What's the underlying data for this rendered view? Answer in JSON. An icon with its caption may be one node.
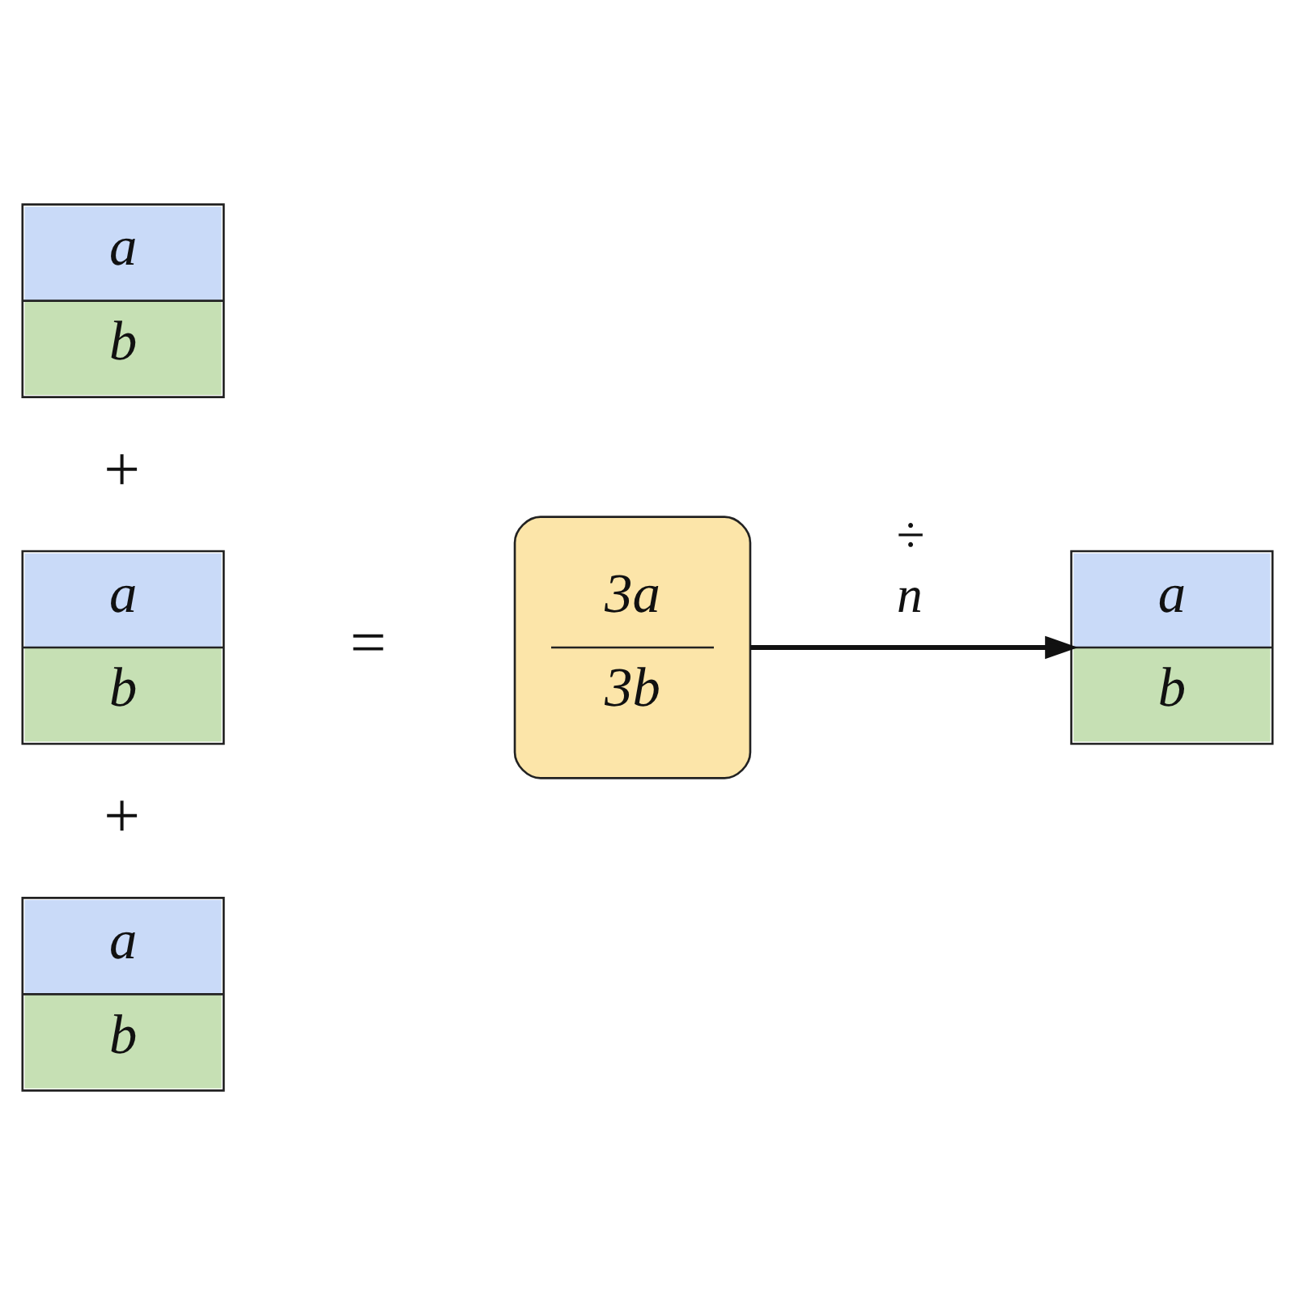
{
  "diagram": {
    "nodes": [
      {
        "text": [
          "a",
          "b"
        ]
      },
      {
        "text": [
          "a",
          "b"
        ]
      },
      {
        "text": [
          "a",
          "b"
        ]
      },
      {
        "text": [
          "3a",
          "3b"
        ]
      },
      {
        "text": [
          "a",
          "b"
        ]
      }
    ],
    "edges": [
      {
        "from": 3,
        "to": 4,
        "arrow": "to",
        "label": "÷ n"
      }
    ],
    "labels": [
      "+",
      "=",
      "+"
    ]
  }
}
